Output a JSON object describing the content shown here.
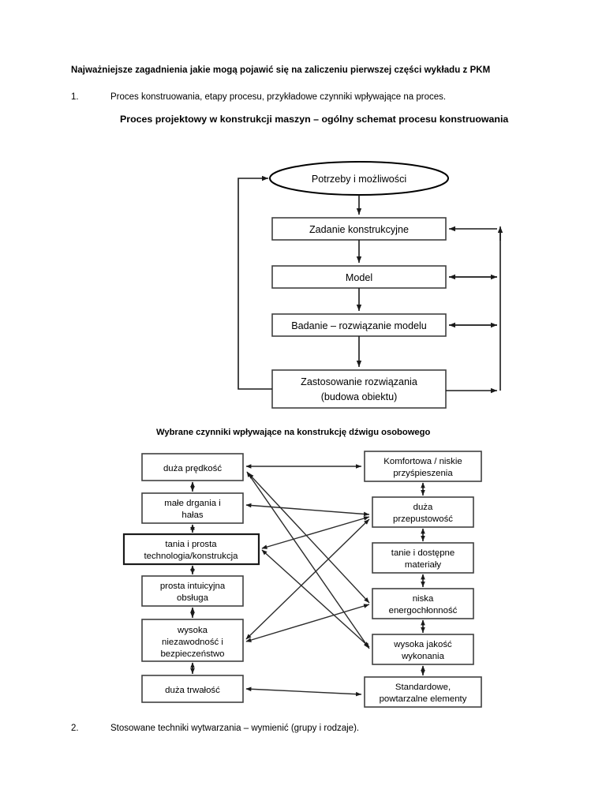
{
  "document": {
    "heading": "Najważniejsze zagadnienia jakie mogą pojawić się na zaliczeniu pierwszej części wykładu z PKM",
    "items": [
      {
        "number": "1.",
        "text": "Proces konstruowania, etapy procesu, przykładowe czynniki wpływające na proces."
      },
      {
        "number": "2.",
        "text": "Stosowane techniki wytwarzania – wymienić (grupy i rodzaje)."
      }
    ]
  },
  "diagram_process": {
    "caption": "Proces projektowy w konstrukcji maszyn – ogólny schemat procesu konstruowania",
    "nodes": {
      "start": "Potrzeby i możliwości",
      "task": "Zadanie konstrukcyjne",
      "model": "Model",
      "study": "Badanie – rozwiązanie modelu",
      "apply_line1": "Zastosowanie rozwiązania",
      "apply_line2": "(budowa obiektu)"
    }
  },
  "diagram_factors": {
    "caption": "Wybrane czynniki wpływające na konstrukcję dźwigu osobowego",
    "left_nodes": [
      {
        "line1": "duża prędkość",
        "line2": ""
      },
      {
        "line1": "małe drgania i",
        "line2": "hałas"
      },
      {
        "line1": "tania i prosta",
        "line2": "technologia/konstrukcja"
      },
      {
        "line1": "prosta intuicyjna",
        "line2": "obsługa"
      },
      {
        "line1": "wysoka",
        "line2": "niezawodność i",
        "line3": "bezpieczeństwo"
      },
      {
        "line1": "duża trwałość",
        "line2": ""
      }
    ],
    "right_nodes": [
      {
        "line1": "Komfortowa / niskie",
        "line2": "przyśpieszenia"
      },
      {
        "line1": "duża",
        "line2": "przepustowość"
      },
      {
        "line1": "tanie i dostępne",
        "line2": "materiały"
      },
      {
        "line1": "niska",
        "line2": "energochłonność"
      },
      {
        "line1": "wysoka jakość",
        "line2": "wykonania"
      },
      {
        "line1": "Standardowe,",
        "line2": "powtarzalne elementy"
      }
    ]
  },
  "colors": {
    "page_background": "#ffffff",
    "text": "#000000",
    "box_stroke": "#404040",
    "line": "#1a1a1a"
  }
}
